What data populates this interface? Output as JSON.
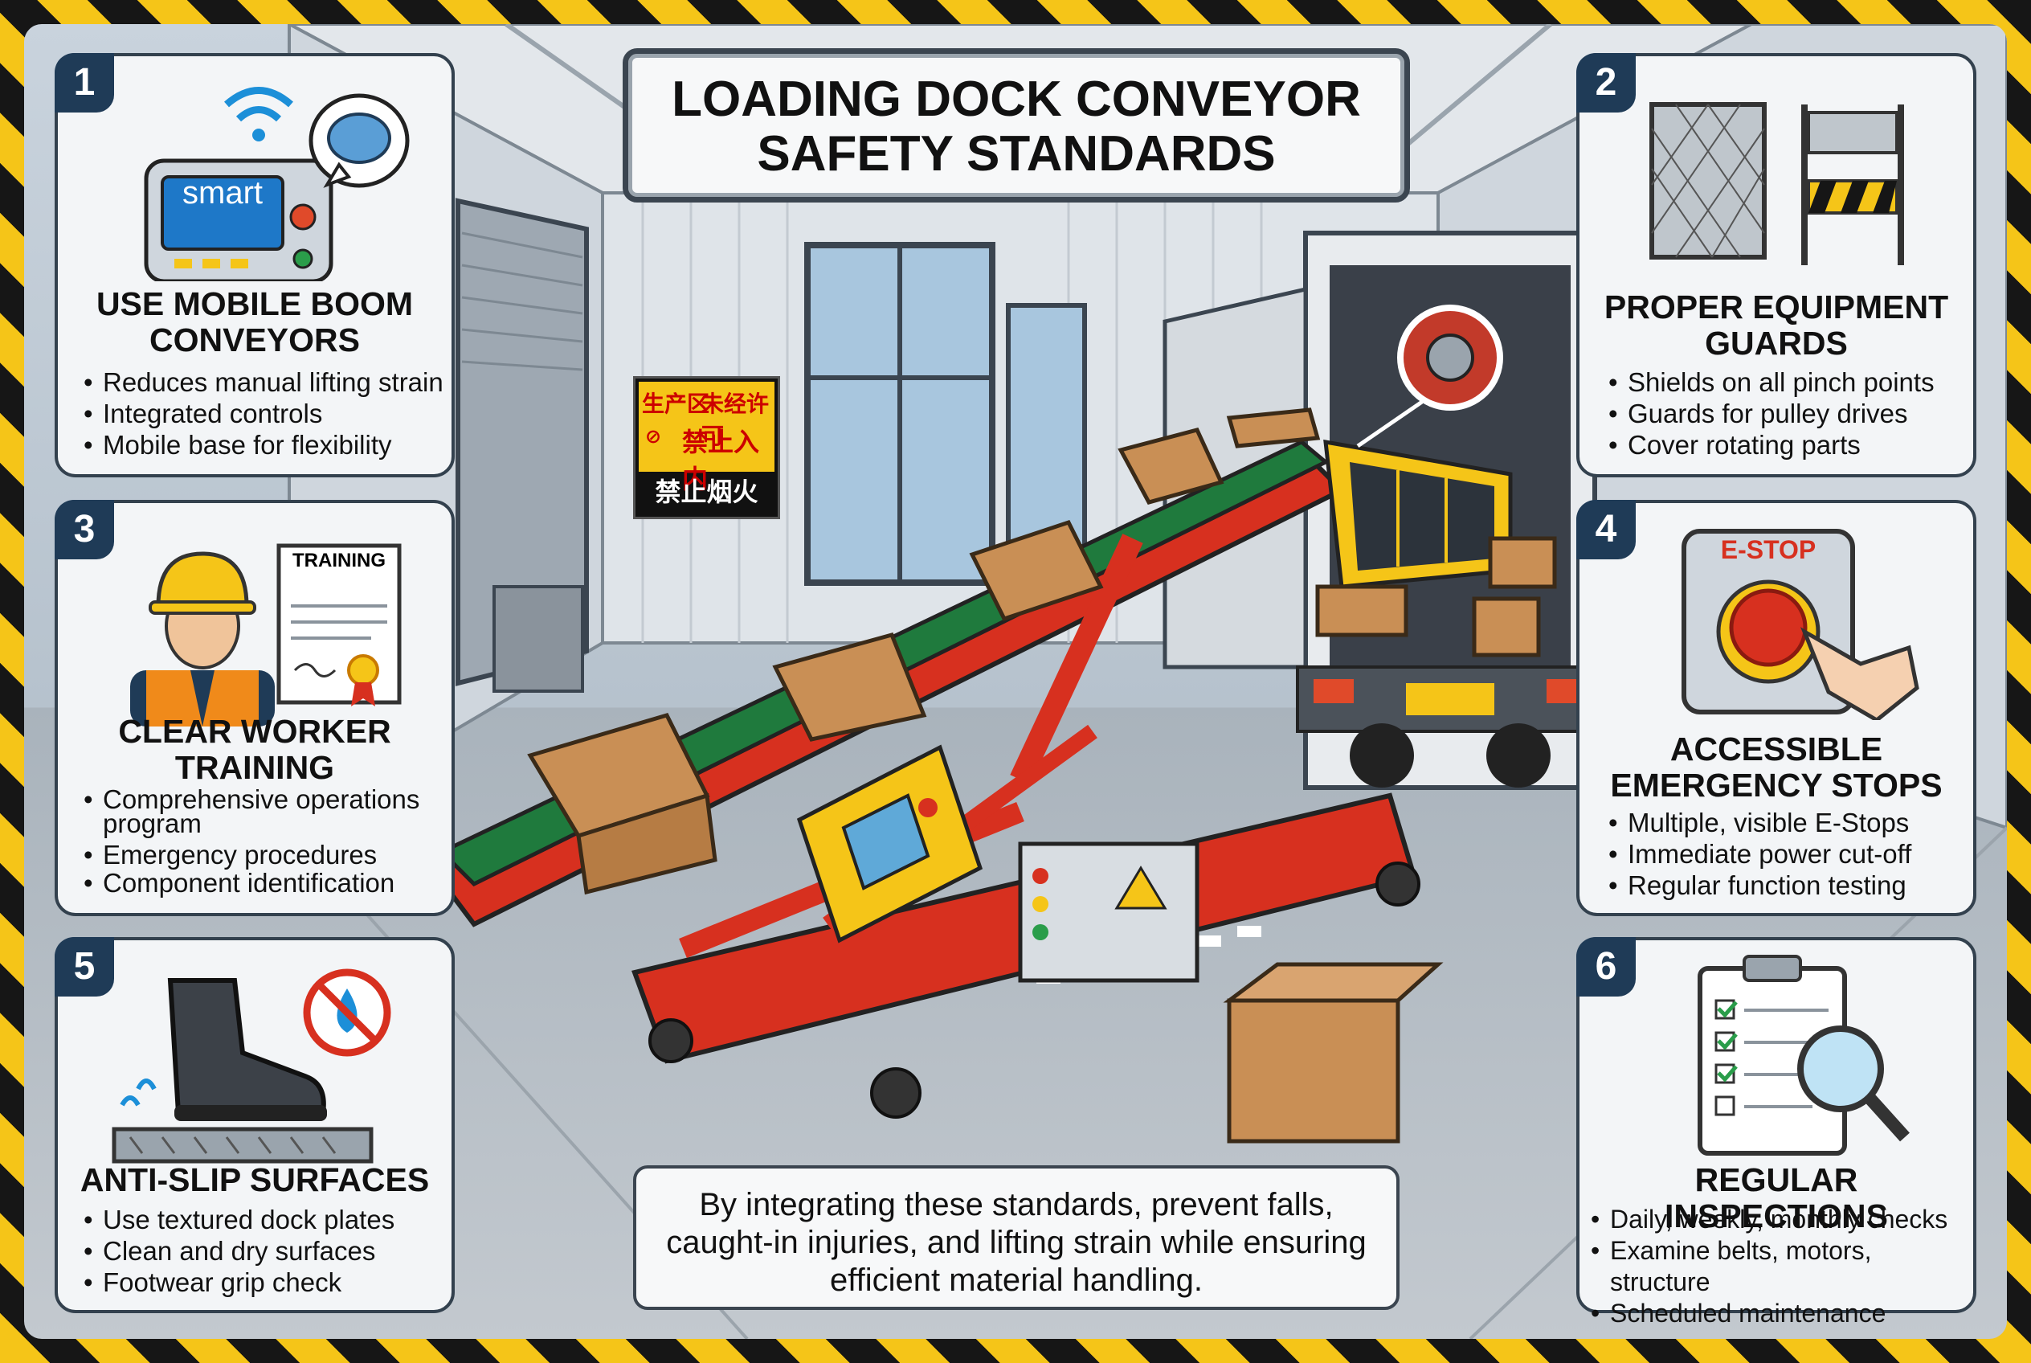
{
  "title": {
    "line1": "LOADING DOCK CONVEYOR",
    "line2": "SAFETY STANDARDS"
  },
  "sign": {
    "line1a": "生产区",
    "line1b": "未经许可",
    "line2": "禁止入内",
    "line3": "禁止烟火"
  },
  "panels": [
    {
      "number": "1",
      "title1": "USE MOBILE BOOM",
      "title2": "CONVEYORS",
      "icon_text": "smart",
      "bullets": [
        "Reduces manual lifting strain",
        "Integrated controls",
        "Mobile base for flexibility"
      ]
    },
    {
      "number": "2",
      "title1": "PROPER EQUIPMENT",
      "title2": "GUARDS",
      "bullets": [
        "Shields on all pinch points",
        "Guards for pulley drives",
        "Cover rotating parts"
      ]
    },
    {
      "number": "3",
      "title1": "CLEAR WORKER",
      "title2": "TRAINING",
      "icon_text": "TRAINING",
      "bullets": [
        "Comprehensive operations program",
        "Emergency procedures",
        "Component identification"
      ]
    },
    {
      "number": "4",
      "title1": "ACCESSIBLE",
      "title2": "EMERGENCY STOPS",
      "icon_text": "E-STOP",
      "bullets": [
        "Multiple, visible E-Stops",
        "Immediate power cut-off",
        "Regular function testing"
      ]
    },
    {
      "number": "5",
      "title1": "ANTI-SLIP SURFACES",
      "bullets": [
        "Use textured dock plates",
        "Clean and dry surfaces",
        "Footwear grip check"
      ]
    },
    {
      "number": "6",
      "title1": "REGULAR INSPECTIONS",
      "bullets": [
        "Daily, weekly, monthly checks",
        "Examine belts, motors, structure",
        "Scheduled maintenance"
      ]
    }
  ],
  "footer": {
    "text": "By integrating these standards, prevent falls, caught-in injuries, and lifting strain while ensuring efficient material handling."
  },
  "icons": [
    "wifi-icon",
    "brain-icon",
    "smart-controller-icon",
    "guard-fence-icon",
    "barrier-icon",
    "hard-hat-worker-icon",
    "training-certificate-icon",
    "e-stop-button-icon",
    "pointing-hand-icon",
    "boot-icon",
    "no-water-icon",
    "textured-plate-icon",
    "clipboard-checklist-icon",
    "magnifier-icon"
  ],
  "colors": {
    "hazard_yellow": "#f5c518",
    "hazard_black": "#161616",
    "panel_bg": "#f3f5f7",
    "badge_blue": "#1f3b57",
    "conveyor_red": "#d7301f",
    "belt_green": "#1f7a3d",
    "box_brown": "#c98f55"
  }
}
